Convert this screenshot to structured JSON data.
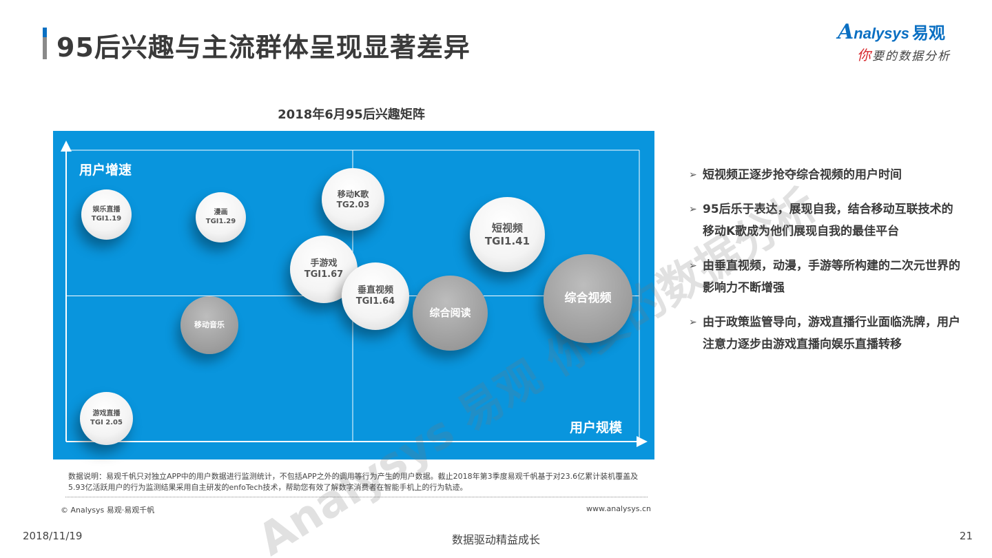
{
  "header": {
    "title": "95后兴趣与主流群体呈现显著差异"
  },
  "logo": {
    "brand_latin": "nalysys",
    "brand_cn": "易观",
    "slogan_first": "你",
    "slogan_rest": "要的数据分析"
  },
  "watermark": {
    "text": "Analysys 易观 你要的数据分析"
  },
  "chart_data": {
    "type": "bubble",
    "title": "2018年6月95后兴趣矩阵",
    "xlabel": "用户规模",
    "ylabel": "用户增速",
    "quadrant_grid": true,
    "points": [
      {
        "name": "娱乐直播",
        "tgi_label": "TGI1.19",
        "x": 0.07,
        "y": 0.78,
        "size": 0.52,
        "style": "light"
      },
      {
        "name": "漫画",
        "tgi_label": "TGI1.29",
        "x": 0.27,
        "y": 0.77,
        "size": 0.52,
        "style": "light"
      },
      {
        "name": "移动K歌",
        "tgi_label": "TG2.03",
        "x": 0.5,
        "y": 0.83,
        "size": 0.65,
        "style": "light"
      },
      {
        "name": "短视频",
        "tgi_label": "TGI1.41",
        "x": 0.77,
        "y": 0.71,
        "size": 0.78,
        "style": "light"
      },
      {
        "name": "手游戏",
        "tgi_label": "TGI1.67",
        "x": 0.45,
        "y": 0.59,
        "size": 0.7,
        "style": "light"
      },
      {
        "name": "垂直视频",
        "tgi_label": "TGI1.64",
        "x": 0.54,
        "y": 0.5,
        "size": 0.7,
        "style": "light"
      },
      {
        "name": "移动音乐",
        "tgi_label": "",
        "x": 0.25,
        "y": 0.4,
        "size": 0.6,
        "style": "dark"
      },
      {
        "name": "综合阅读",
        "tgi_label": "",
        "x": 0.67,
        "y": 0.44,
        "size": 0.78,
        "style": "dark"
      },
      {
        "name": "综合视频",
        "tgi_label": "",
        "x": 0.91,
        "y": 0.49,
        "size": 0.92,
        "style": "dark"
      },
      {
        "name": "游戏直播",
        "tgi_label": "TGI 2.05",
        "x": 0.07,
        "y": 0.08,
        "size": 0.55,
        "style": "light"
      }
    ]
  },
  "notes": {
    "text": "数据说明：易观千帆只对独立APP中的用户数据进行监测统计，不包括APP之外的调用等行为产生的用户数据。截止2018年第3季度易观千帆基于对23.6亿累计装机覆盖及5.93亿活跃用户的行为监测结果采用自主研发的enfoTech技术，帮助您有效了解数字消费者在智能手机上的行为轨迹。",
    "copyright": "© Analysys 易观·易观千帆",
    "url": "www.analysys.cn"
  },
  "bullets": [
    {
      "arrow": "➢",
      "text": "短视频正逐步抢夺综合视频的用户时间"
    },
    {
      "arrow": "➢",
      "text": "95后乐于表达，展现自我，结合移动互联技术的移动K歌成为他们展现自我的最佳平台"
    },
    {
      "arrow": "➢",
      "text": "由垂直视频，动漫，手游等所构建的二次元世界的影响力不断增强"
    },
    {
      "arrow": "➢",
      "text": "由于政策监管导向，游戏直播行业面临洗牌，用户注意力逐步由游戏直播向娱乐直播转移"
    }
  ],
  "footer": {
    "date": "2018/11/19",
    "center": "数据驱动精益成长",
    "page": "21"
  }
}
